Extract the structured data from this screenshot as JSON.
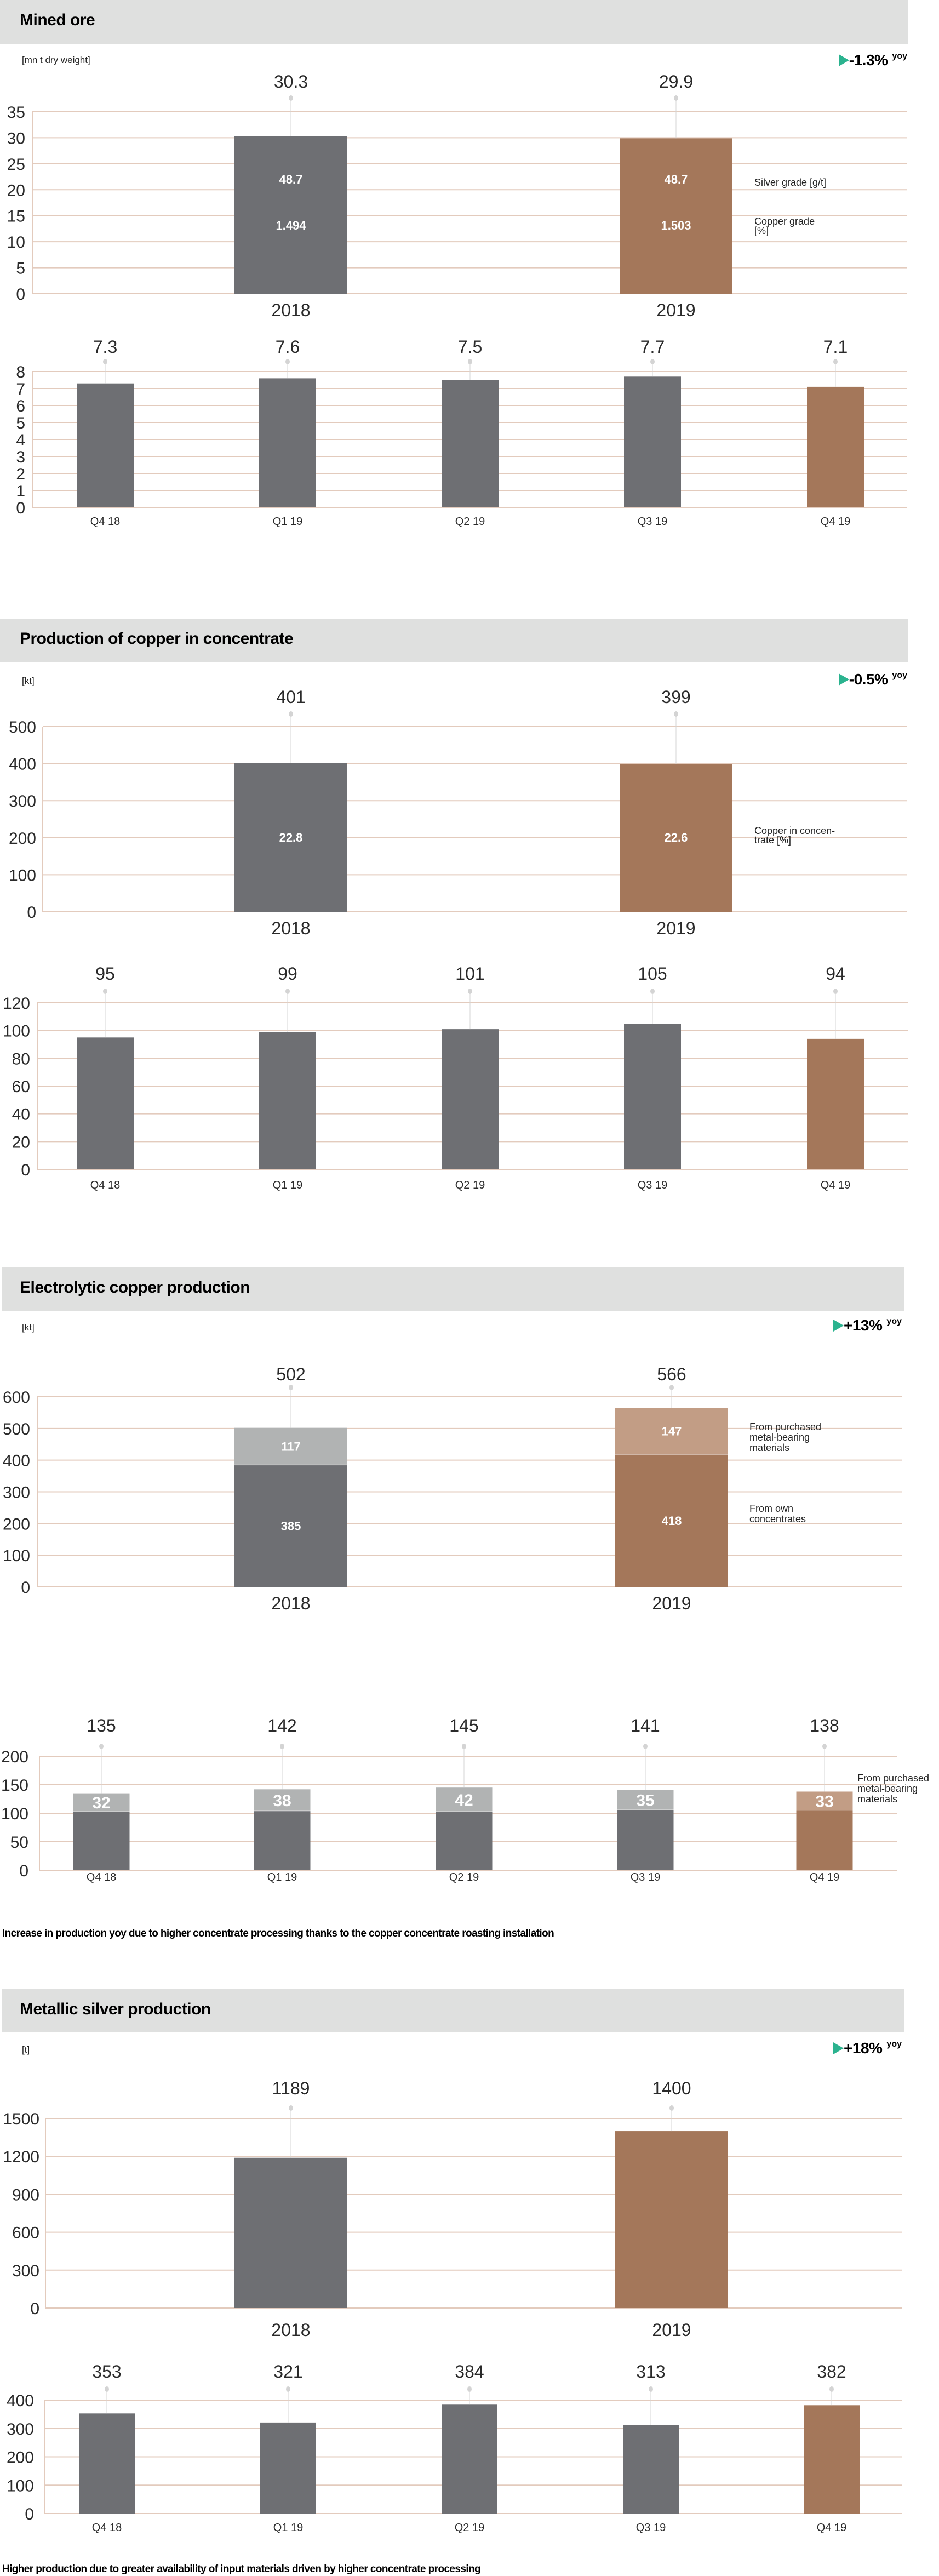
{
  "colors": {
    "header_bg": "#dfe0df",
    "gridline": "#e3cbbd",
    "bar_grey": "#6e6f73",
    "bar_copper": "#a4775a",
    "bar_grey_light": "#b1b3b3",
    "bar_copper_light": "#c29d85",
    "leader": "#d4d4d4",
    "yoy_arrow": "#2bb38f"
  },
  "sections": [
    {
      "title": "Mined ore",
      "unit": "[mn t dry weight]",
      "yoy": {
        "value": "-1.3%",
        "suffix": "yoy",
        "icon": "green-triangle-right-icon"
      },
      "footnote": null
    },
    {
      "title": "Production of copper in concentrate",
      "unit": "[kt]",
      "yoy": {
        "value": "-0.5%",
        "suffix": "yoy",
        "icon": "green-triangle-right-icon"
      },
      "footnote": null
    },
    {
      "title": "Electrolytic copper production",
      "unit": "[kt]",
      "yoy": {
        "value": "+13%",
        "suffix": "yoy",
        "icon": "green-triangle-right-icon"
      },
      "footnote": "Increase in production yoy due to higher concentrate processing thanks to the copper concentrate roasting installation"
    },
    {
      "title": "Metallic silver production",
      "unit": "[t]",
      "yoy": {
        "value": "+18%",
        "suffix": "yoy",
        "icon": "green-triangle-right-icon"
      },
      "footnote": "Higher production due to greater availability of input materials driven by higher concentrate processing"
    }
  ],
  "chart_data": [
    {
      "id": "mined-ore-annual",
      "type": "bar",
      "title": "Mined ore",
      "ylabel": "[mn t dry weight]",
      "categories": [
        "2018",
        "2019"
      ],
      "values": [
        30.3,
        29.9
      ],
      "value_labels": [
        "30.3",
        "29.9"
      ],
      "highlight": [
        false,
        true
      ],
      "ylim": [
        0,
        35
      ],
      "yticks": [
        0,
        5,
        10,
        15,
        20,
        25,
        30,
        35
      ],
      "grid": true,
      "in_bar_labels": [
        {
          "name": "Silver grade [g/t]",
          "values": [
            "48.7",
            "48.7"
          ]
        },
        {
          "name": "Copper grade [%]",
          "values": [
            "1.494",
            "1.503"
          ]
        }
      ],
      "legend": [
        "Silver grade [g/t]",
        "Copper grade [%]"
      ],
      "legend_lines": [
        [
          "Silver grade [g/t]"
        ],
        [
          "Copper grade",
          "[%]"
        ]
      ]
    },
    {
      "id": "mined-ore-quarterly",
      "type": "bar",
      "categories": [
        "Q4 18",
        "Q1 19",
        "Q2 19",
        "Q3 19",
        "Q4 19"
      ],
      "values": [
        7.3,
        7.6,
        7.5,
        7.7,
        7.1
      ],
      "value_labels": [
        "7.3",
        "7.6",
        "7.5",
        "7.7",
        "7.1"
      ],
      "highlight": [
        false,
        false,
        false,
        false,
        true
      ],
      "ylim": [
        0,
        8
      ],
      "yticks": [
        0,
        1,
        2,
        3,
        4,
        5,
        6,
        7,
        8
      ],
      "grid": true
    },
    {
      "id": "copper-concentrate-annual",
      "type": "bar",
      "title": "Production of copper in concentrate",
      "ylabel": "[kt]",
      "categories": [
        "2018",
        "2019"
      ],
      "values": [
        401,
        399
      ],
      "value_labels": [
        "401",
        "399"
      ],
      "highlight": [
        false,
        true
      ],
      "ylim": [
        0,
        500
      ],
      "yticks": [
        0,
        100,
        200,
        300,
        400,
        500
      ],
      "grid": true,
      "in_bar_labels": [
        {
          "name": "Copper in concentrate [%]",
          "values": [
            "22.8",
            "22.6"
          ]
        }
      ],
      "legend": [
        "Copper in concentrate [%]"
      ],
      "legend_lines": [
        [
          "Copper in concen-",
          "trate [%]"
        ]
      ]
    },
    {
      "id": "copper-concentrate-quarterly",
      "type": "bar",
      "categories": [
        "Q4 18",
        "Q1 19",
        "Q2 19",
        "Q3 19",
        "Q4 19"
      ],
      "values": [
        95,
        99,
        101,
        105,
        94
      ],
      "value_labels": [
        "95",
        "99",
        "101",
        "105",
        "94"
      ],
      "highlight": [
        false,
        false,
        false,
        false,
        true
      ],
      "ylim": [
        0,
        120
      ],
      "yticks": [
        0,
        20,
        40,
        60,
        80,
        100,
        120
      ],
      "grid": true
    },
    {
      "id": "electrolytic-copper-annual",
      "type": "stacked-bar",
      "title": "Electrolytic copper production",
      "ylabel": "[kt]",
      "categories": [
        "2018",
        "2019"
      ],
      "totals": [
        502,
        566
      ],
      "total_labels": [
        "502",
        "566"
      ],
      "series": [
        {
          "name": "From own concentrates",
          "values": [
            385,
            418
          ]
        },
        {
          "name": "From purchased metal-bearing materials",
          "values": [
            117,
            147
          ]
        }
      ],
      "highlight": [
        false,
        true
      ],
      "ylim": [
        0,
        600
      ],
      "yticks": [
        0,
        100,
        200,
        300,
        400,
        500,
        600
      ],
      "grid": true,
      "legend_lines": [
        [
          "From own",
          "concentrates"
        ],
        [
          "From purchased",
          "metal-bearing",
          "materials"
        ]
      ]
    },
    {
      "id": "electrolytic-copper-quarterly",
      "type": "stacked-bar",
      "categories": [
        "Q4 18",
        "Q1 19",
        "Q2 19",
        "Q3 19",
        "Q4 19"
      ],
      "totals": [
        135,
        142,
        145,
        141,
        138
      ],
      "total_labels": [
        "135",
        "142",
        "145",
        "141",
        "138"
      ],
      "series": [
        {
          "name": "From own concentrates",
          "values": [
            103,
            104,
            103,
            106,
            105
          ]
        },
        {
          "name": "From purchased metal-bearing materials",
          "values": [
            32,
            38,
            42,
            35,
            33
          ]
        }
      ],
      "segment_labels": [
        "32",
        "38",
        "42",
        "35",
        "33"
      ],
      "highlight": [
        false,
        false,
        false,
        false,
        true
      ],
      "ylim": [
        0,
        200
      ],
      "yticks": [
        0,
        50,
        100,
        150,
        200
      ],
      "grid": true,
      "legend_lines": [
        [
          "From purchased",
          "metal-bearing",
          "materials"
        ]
      ]
    },
    {
      "id": "silver-annual",
      "type": "bar",
      "title": "Metallic silver production",
      "ylabel": "[t]",
      "categories": [
        "2018",
        "2019"
      ],
      "values": [
        1189,
        1400
      ],
      "value_labels": [
        "1189",
        "1400"
      ],
      "highlight": [
        false,
        true
      ],
      "ylim": [
        0,
        1500
      ],
      "yticks": [
        0,
        300,
        600,
        900,
        1200,
        1500
      ],
      "grid": true
    },
    {
      "id": "silver-quarterly",
      "type": "bar",
      "categories": [
        "Q4 18",
        "Q1 19",
        "Q2 19",
        "Q3 19",
        "Q4 19"
      ],
      "values": [
        353,
        321,
        384,
        313,
        382
      ],
      "value_labels": [
        "353",
        "321",
        "384",
        "313",
        "382"
      ],
      "highlight": [
        false,
        false,
        false,
        false,
        true
      ],
      "ylim": [
        0,
        400
      ],
      "yticks": [
        0,
        100,
        200,
        300,
        400
      ],
      "grid": true
    }
  ]
}
